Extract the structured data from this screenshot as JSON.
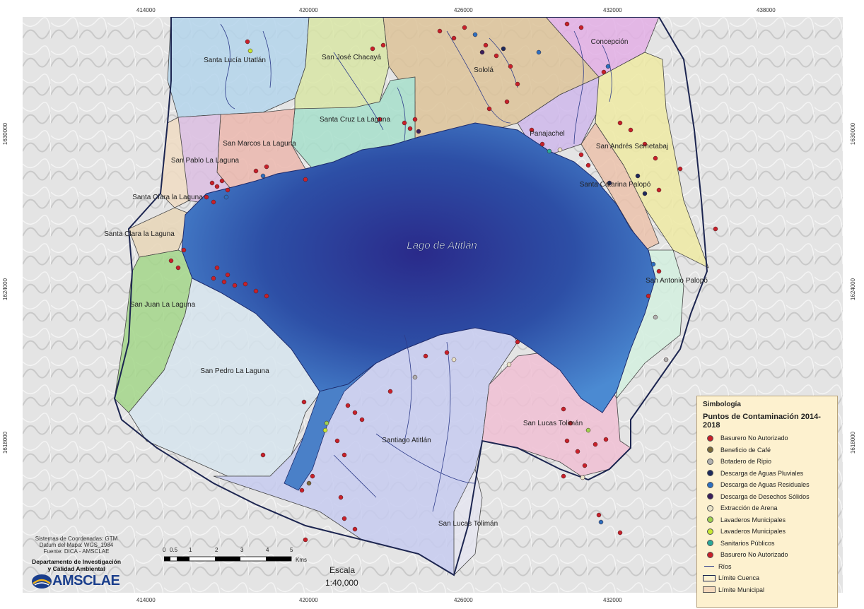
{
  "coordinates": {
    "x_ticks": [
      "414000",
      "420000",
      "426000",
      "432000",
      "438000"
    ],
    "y_ticks": [
      "1630000",
      "1624000",
      "1618000"
    ]
  },
  "lake": {
    "name": "Lago de Atitlán"
  },
  "municipalities": [
    {
      "name": "Santa Lucía Utatlán"
    },
    {
      "name": "San José Chacayá"
    },
    {
      "name": "Sololá"
    },
    {
      "name": "Concepción"
    },
    {
      "name": "Panajachel"
    },
    {
      "name": "San Andrés Semetabaj"
    },
    {
      "name": "Santa Catarina Palopó"
    },
    {
      "name": "San Antonio Palopó"
    },
    {
      "name": "Santa Cruz La Laguna"
    },
    {
      "name": "San Marcos La Laguna"
    },
    {
      "name": "San Pablo La Laguna"
    },
    {
      "name": "Santa Clara la Laguna"
    },
    {
      "name": "Santa Clara la Laguna"
    },
    {
      "name": "San Juan La Laguna"
    },
    {
      "name": "San Pedro La Laguna"
    },
    {
      "name": "Santiago Atitlán"
    },
    {
      "name": "San Lucas Tolimán"
    },
    {
      "name": "San Lucas Tolimán"
    }
  ],
  "legend": {
    "title": "Simbología",
    "subtitle": "Puntos de Contaminación 2014-2018",
    "points": [
      {
        "label": "Basurero No Autorizado",
        "color": "#c8202a"
      },
      {
        "label": "Beneficio de Café",
        "color": "#7a6a3a"
      },
      {
        "label": "Botadero de Ripio",
        "color": "#b0b0b0"
      },
      {
        "label": "Descarga de Aguas Pluviales",
        "color": "#1d2a5c"
      },
      {
        "label": "Descarga de Aguas Residuales",
        "color": "#2d6fc0"
      },
      {
        "label": "Descarga de Desechos Sólidos",
        "color": "#3a1f5c"
      },
      {
        "label": "Extracción de Arena",
        "color": "#e9e3c8"
      },
      {
        "label": "Lavaderos Municipales",
        "color": "#9fd150"
      },
      {
        "label": "Lavaderos Municipales",
        "color": "#c8e834"
      },
      {
        "label": "Sanitarios Públicos",
        "color": "#2aa89a"
      },
      {
        "label": "Basurero No Autorizado",
        "color": "#c8202a"
      }
    ],
    "rivers_label": "Ríos",
    "basin_label": "Límite Cuenca",
    "municipal_label": "Límite Municipal"
  },
  "credits": {
    "line1": "Sistemas de Coordenadas: GTM",
    "line2": "Datum del Mapa: WGS_1984",
    "line3": "Fuente: DICA - AMSCLAE"
  },
  "department": {
    "line1": "Departamento de Investigación",
    "line2": "y Calidad Ambiental"
  },
  "logo": {
    "text": "AMSCLAE"
  },
  "scale": {
    "ticks": [
      "0",
      "0.5",
      "1",
      "2",
      "3",
      "4",
      "5"
    ],
    "unit": "Kms",
    "title": "Escala",
    "value": "1:40,000"
  }
}
